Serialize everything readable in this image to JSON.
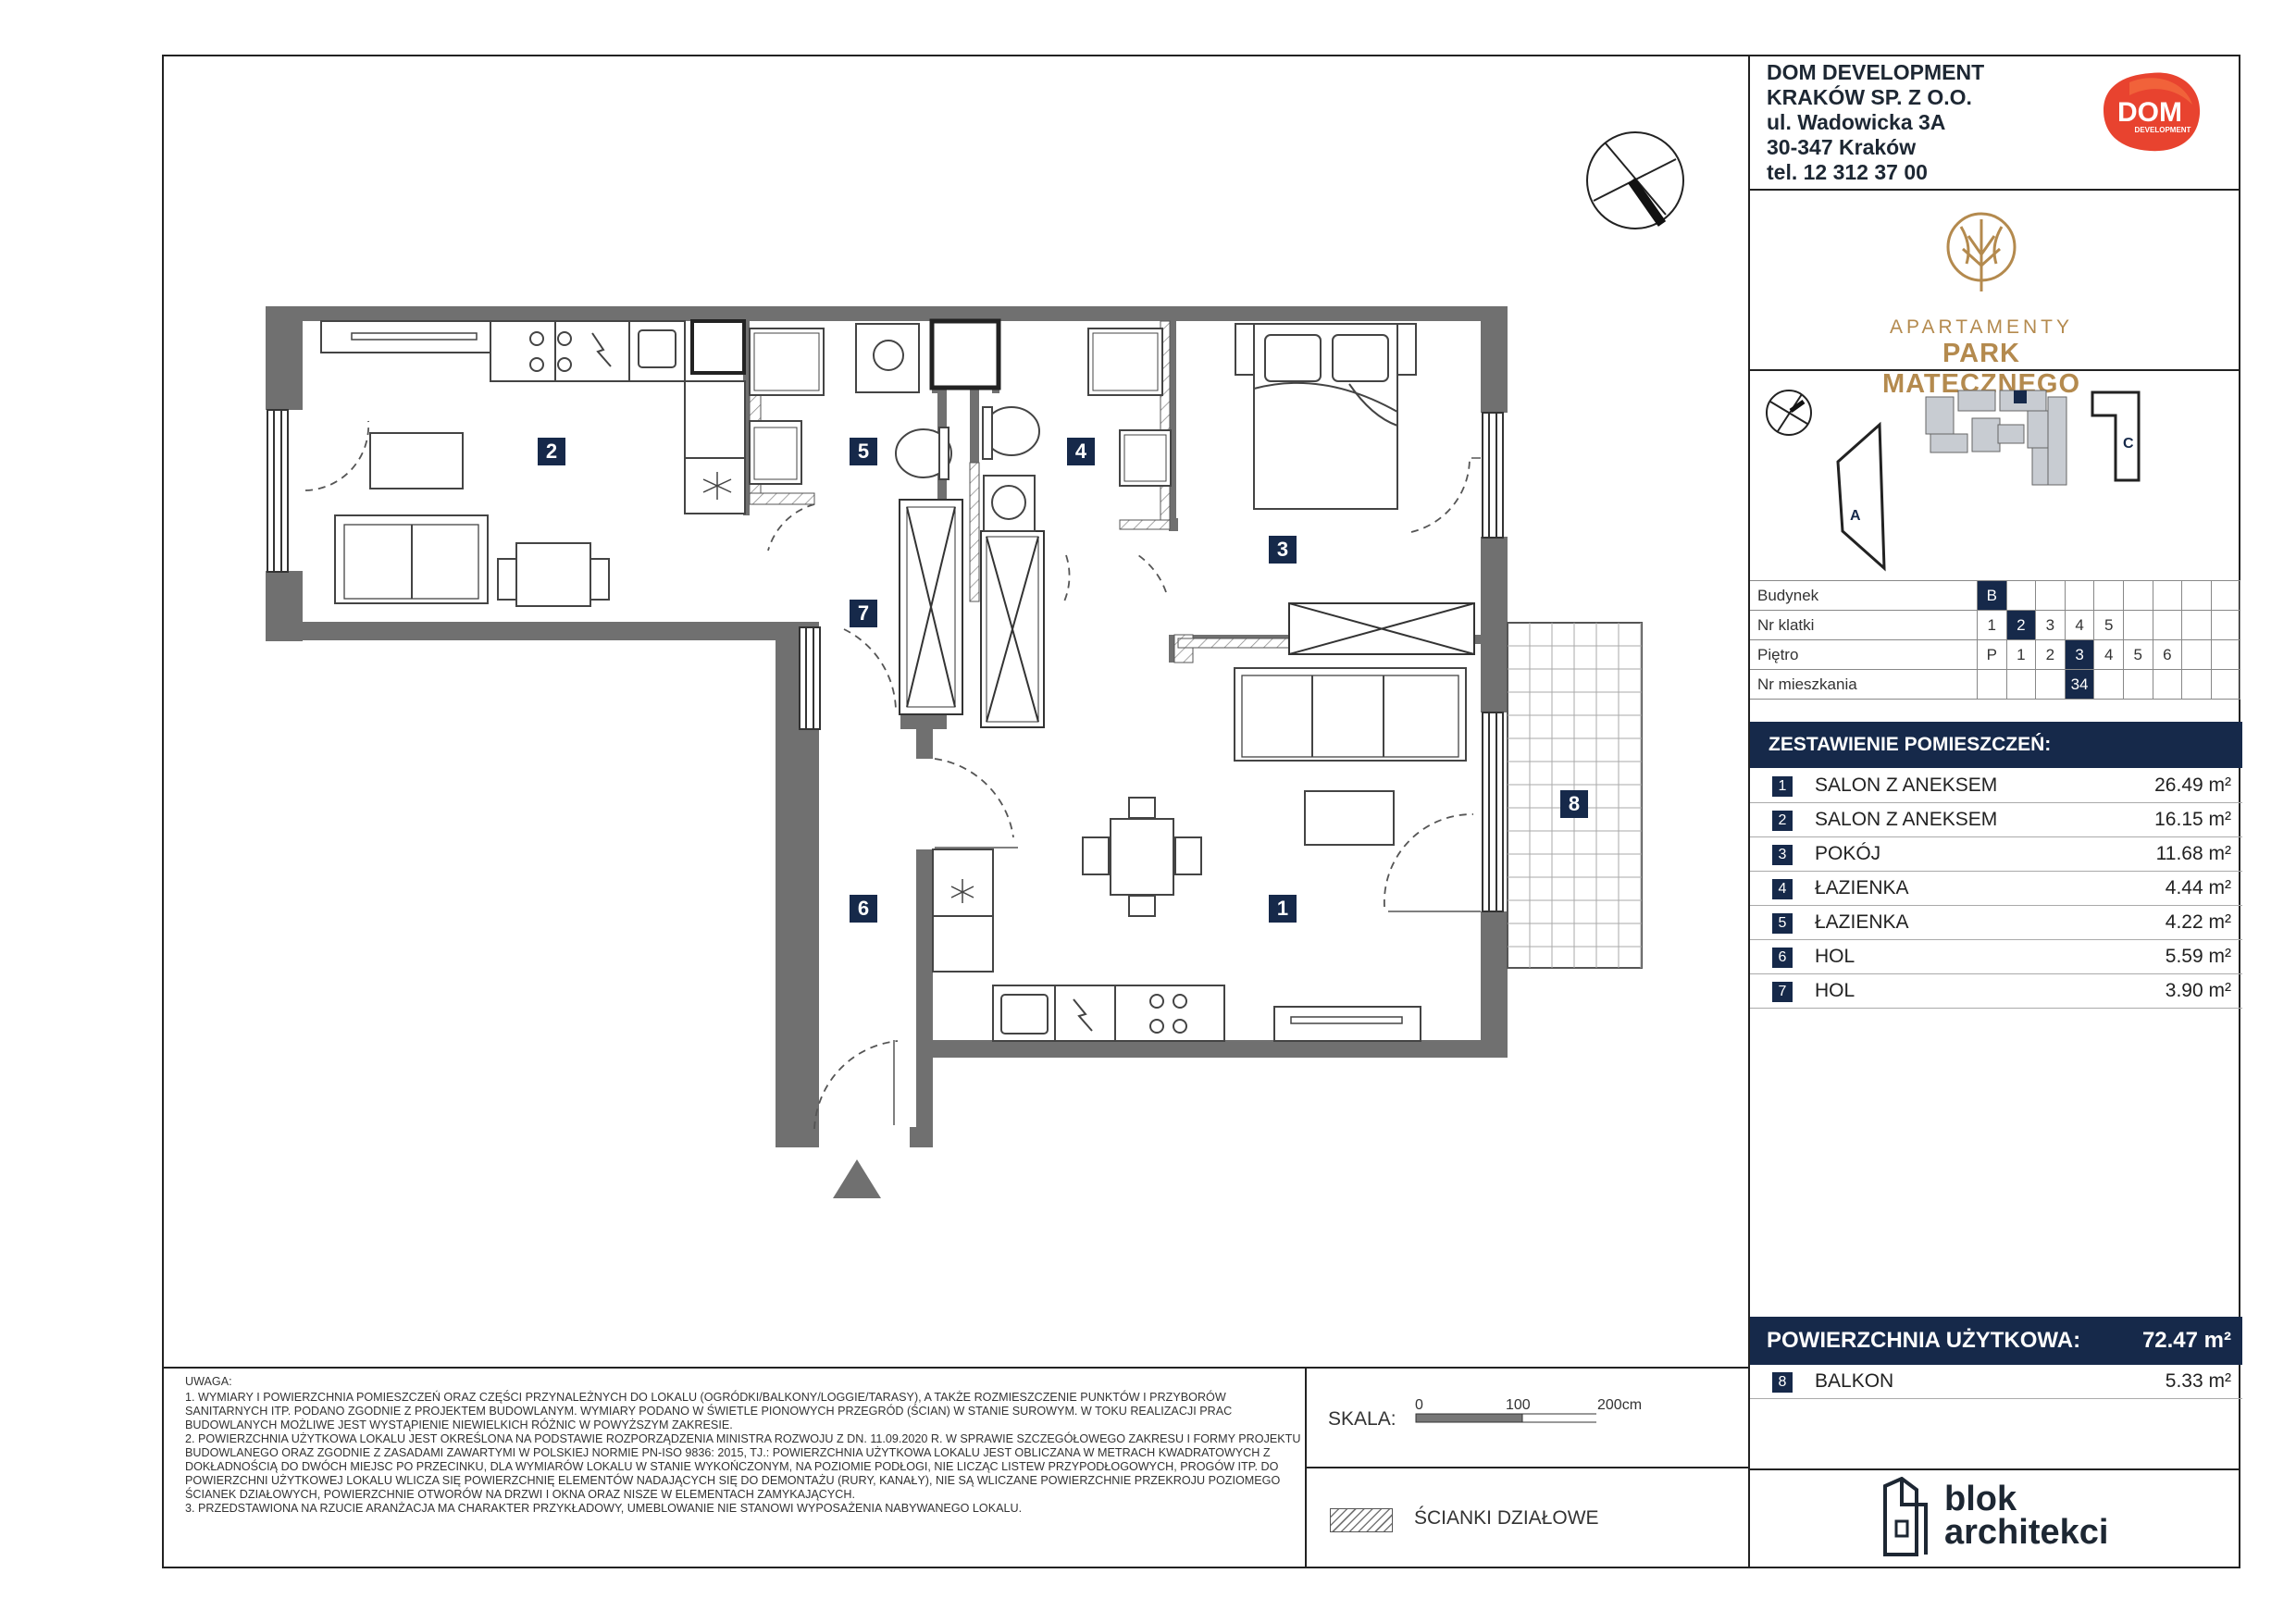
{
  "company": {
    "lines": [
      "DOM DEVELOPMENT",
      "KRAKÓW SP. Z O.O.",
      "ul. Wadowicka 3A",
      "30-347 Kraków",
      "tel. 12 312 37 00"
    ],
    "logo_text": "DOM",
    "logo_subtext": "DEVELOPMENT",
    "brand_color": "#e8432f"
  },
  "project": {
    "name_top": "APARTAMENTY",
    "name_main": "PARK MATECZNEGO",
    "accent_color": "#b48a4e"
  },
  "keyplan": {
    "building_a": "A",
    "building_c": "C"
  },
  "info_table": {
    "rows": [
      {
        "label": "Budynek",
        "cells": [
          "B"
        ],
        "selected": "B"
      },
      {
        "label": "Nr klatki",
        "cells": [
          "1",
          "2",
          "3",
          "4",
          "5"
        ],
        "selected": "2"
      },
      {
        "label": "Piętro",
        "cells": [
          "P",
          "1",
          "2",
          "3",
          "4",
          "5",
          "6"
        ],
        "selected": "3"
      },
      {
        "label": "Nr mieszkania",
        "cells": [
          "",
          "",
          "",
          "34"
        ],
        "selected": "34"
      }
    ]
  },
  "rooms": {
    "heading": "ZESTAWIENIE POMIESZCZEŃ:",
    "items": [
      {
        "num": "1",
        "name": "SALON Z ANEKSEM",
        "area": "26.49 m²"
      },
      {
        "num": "2",
        "name": "SALON Z ANEKSEM",
        "area": "16.15 m²"
      },
      {
        "num": "3",
        "name": "POKÓJ",
        "area": "11.68 m²"
      },
      {
        "num": "4",
        "name": "ŁAZIENKA",
        "area": "4.44 m²"
      },
      {
        "num": "5",
        "name": "ŁAZIENKA",
        "area": "4.22 m²"
      },
      {
        "num": "6",
        "name": "HOL",
        "area": "5.59 m²"
      },
      {
        "num": "7",
        "name": "HOL",
        "area": "3.90 m²"
      }
    ],
    "usable_label": "POWIERZCHNIA UŻYTKOWA:",
    "usable_value": "72.47 m²",
    "extra": {
      "num": "8",
      "name": "BALKON",
      "area": "5.33 m²"
    }
  },
  "architect": {
    "line1": "blok",
    "line2": "architekci"
  },
  "plan_labels": [
    "1",
    "2",
    "3",
    "4",
    "5",
    "6",
    "7",
    "8"
  ],
  "notes": {
    "heading": "UWAGA:",
    "items": [
      "1. WYMIARY I POWIERZCHNIA POMIESZCZEŃ ORAZ CZĘŚCI PRZYNALEŻNYCH DO LOKALU (OGRÓDKI/BALKONY/LOGGIE/TARASY), A TAKŻE ROZMIESZCZENIE PUNKTÓW I PRZYBORÓW SANITARNYCH ITP. PODANO ZGODNIE Z PROJEKTEM BUDOWLANYM. WYMIARY PODANO W ŚWIETLE PIONOWYCH PRZEGRÓD (ŚCIAN) W STANIE SUROWYM. W TOKU REALIZACJI PRAC BUDOWLANYCH MOŻLIWE JEST WYSTĄPIENIE NIEWIELKICH RÓŻNIC W POWYŻSZYM ZAKRESIE.",
      "2. POWIERZCHNIA UŻYTKOWA LOKALU JEST OKREŚLONA NA PODSTAWIE ROZPORZĄDZENIA MINISTRA ROZWOJU Z DN. 11.09.2020 R. W SPRAWIE SZCZEGÓŁOWEGO ZAKRESU I FORMY PROJEKTU BUDOWLANEGO ORAZ ZGODNIE Z ZASADAMI ZAWARTYMI W POLSKIEJ NORMIE PN-ISO 9836: 2015, TJ.: POWIERZCHNIA UŻYTKOWA LOKALU JEST OBLICZANA W METRACH KWADRATOWYCH Z DOKŁADNOŚCIĄ DO DWÓCH MIEJSC PO PRZECINKU, DLA WYMIARÓW LOKALU W STANIE WYKOŃCZONYM, NA POZIOMIE PODŁOGI, NIE LICZĄC LISTEW PRZYPODŁOGOWYCH, PROGÓW ITP. DO POWIERZCHNI UŻYTKOWEJ LOKALU WLICZA SIĘ POWIERZCHNIĘ ELEMENTÓW NADAJĄCYCH SIĘ DO DEMONTAŻU (RURY, KANAŁY), NIE SĄ WLICZANE POWIERZCHNIE PRZEKROJU POZIOMEGO ŚCIANEK DZIAŁOWYCH, POWIERZCHNIE OTWORÓW NA DRZWI I OKNA ORAZ NISZE W ELEMENTACH ZAMYKAJĄCYCH.",
      "3. PRZEDSTAWIONA NA RZUCIE ARANŻACJA MA CHARAKTER PRZYKŁADOWY, UMEBLOWANIE NIE STANOWI WYPOSAŻENIA NABYWANEGO LOKALU."
    ]
  },
  "scale": {
    "label": "SKALA:",
    "ticks": [
      "0",
      "100",
      "200cm"
    ]
  },
  "legend": {
    "label": "ŚCIANKI DZIAŁOWE"
  }
}
